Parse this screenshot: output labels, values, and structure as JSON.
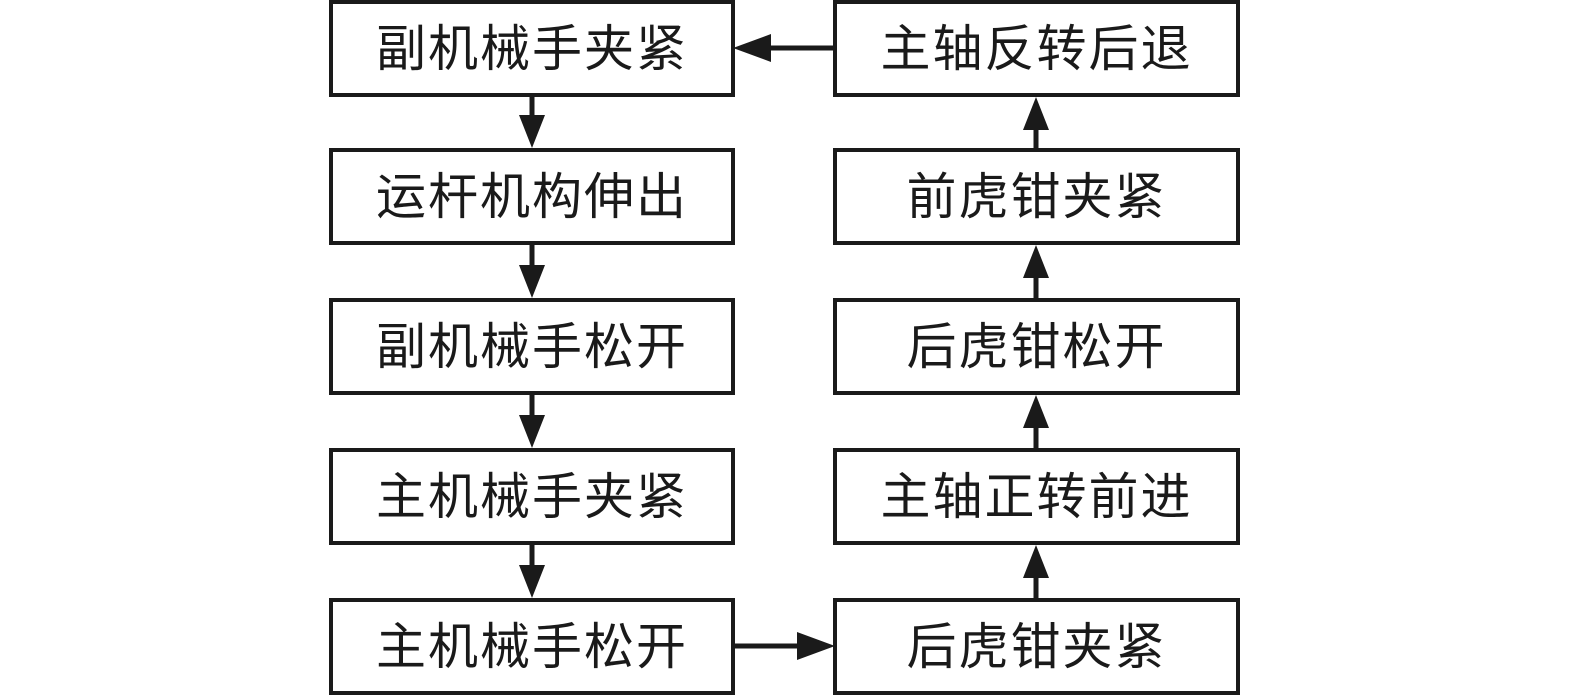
{
  "diagram": {
    "type": "flowchart",
    "orientation": "two-column-cycle",
    "stroke_color": "#1a1a1a",
    "fill_color": "#ffffff",
    "left_column": {
      "flow_direction": "down",
      "nodes": [
        {
          "id": "L1",
          "label": "副机械手夹紧"
        },
        {
          "id": "L2",
          "label": "运杆机构伸出"
        },
        {
          "id": "L3",
          "label": "副机械手松开"
        },
        {
          "id": "L4",
          "label": "主机械手夹紧"
        },
        {
          "id": "L5",
          "label": "主机械手松开"
        }
      ]
    },
    "right_column": {
      "flow_direction": "up",
      "nodes": [
        {
          "id": "R1",
          "label": "主轴反转后退"
        },
        {
          "id": "R2",
          "label": "前虎钳夹紧"
        },
        {
          "id": "R3",
          "label": "后虎钳松开"
        },
        {
          "id": "R4",
          "label": "主轴正转前进"
        },
        {
          "id": "R5",
          "label": "后虎钳夹紧"
        }
      ]
    },
    "connectors": [
      {
        "id": "C-L1-L2",
        "from": "L1",
        "to": "L2",
        "direction": "down"
      },
      {
        "id": "C-L2-L3",
        "from": "L2",
        "to": "L3",
        "direction": "down"
      },
      {
        "id": "C-L3-L4",
        "from": "L3",
        "to": "L4",
        "direction": "down"
      },
      {
        "id": "C-L4-L5",
        "from": "L4",
        "to": "L5",
        "direction": "down"
      },
      {
        "id": "C-L5-R5",
        "from": "L5",
        "to": "R5",
        "direction": "right"
      },
      {
        "id": "C-R5-R4",
        "from": "R5",
        "to": "R4",
        "direction": "up"
      },
      {
        "id": "C-R4-R3",
        "from": "R4",
        "to": "R3",
        "direction": "up"
      },
      {
        "id": "C-R3-R2",
        "from": "R3",
        "to": "R2",
        "direction": "up"
      },
      {
        "id": "C-R2-R1",
        "from": "R2",
        "to": "R1",
        "direction": "up"
      },
      {
        "id": "C-R1-L1",
        "from": "R1",
        "to": "L1",
        "direction": "left"
      }
    ]
  }
}
